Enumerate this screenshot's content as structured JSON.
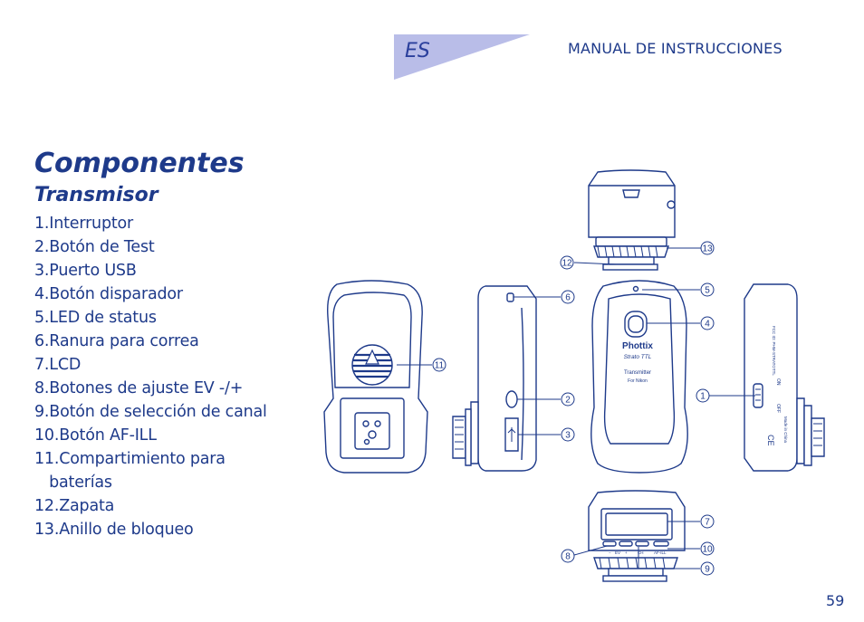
{
  "header": {
    "language": "ES",
    "title": "MANUAL DE INSTRUCCIONES",
    "tab_color": "#b9bde8"
  },
  "section": {
    "title": "Componentes",
    "subtitle": "Transmisor"
  },
  "parts": [
    "1.Interruptor",
    "2.Botón de Test",
    "3.Puerto USB",
    "4.Botón disparador",
    "5.LED de status",
    "6.Ranura para correa",
    "7.LCD",
    "8.Botones de ajuste EV -/+",
    "9.Botón de selección de canal",
    "10.Botón AF-ILL",
    "11.Compartimiento para\n   baterías",
    "12.Zapata",
    "13.Anillo de bloqueo"
  ],
  "callouts": [
    "1",
    "2",
    "3",
    "4",
    "5",
    "6",
    "7",
    "8",
    "9",
    "10",
    "11",
    "12",
    "13"
  ],
  "device_labels": {
    "brand": "Phottix",
    "model": "Strato TTL",
    "type": "Transmitter",
    "for": "For Nikon",
    "on": "ON",
    "off": "OFF",
    "ce": "CE",
    "ev_minus": "−",
    "ev": "EV",
    "ev_plus": "+",
    "ch": "CH",
    "af_ill": "AF-ILL",
    "fcc": "FCC ID: PHM-STRATOTTL",
    "made_in": "Made in China"
  },
  "page": {
    "number": "59"
  },
  "colors": {
    "ink": "#1e3a8a",
    "accent": "#b9bde8"
  }
}
